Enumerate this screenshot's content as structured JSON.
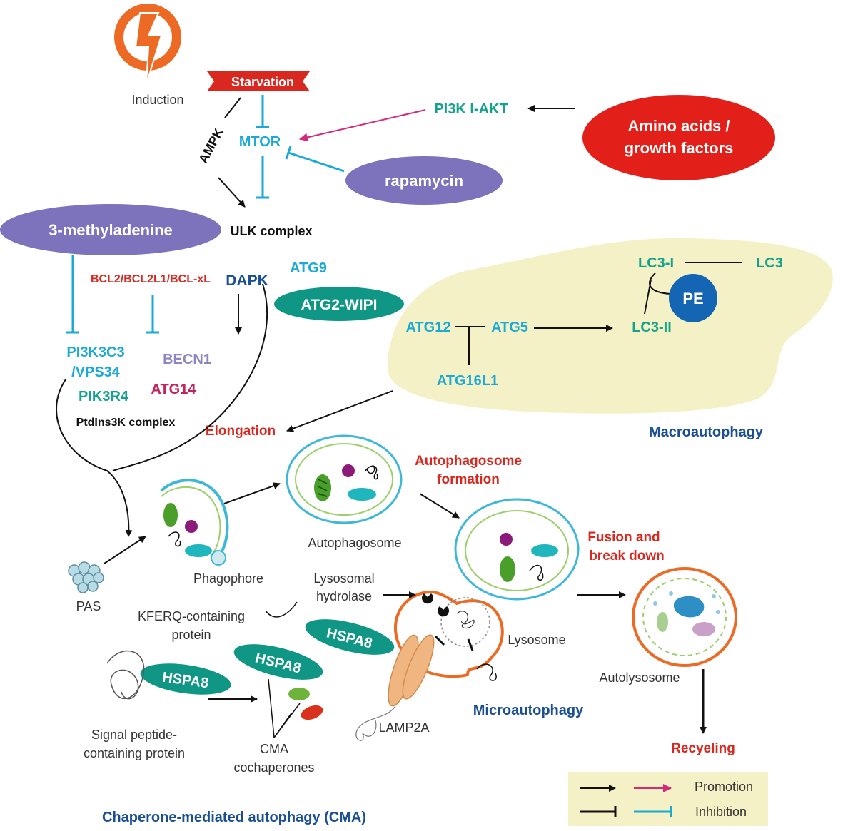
{
  "colors": {
    "cyan": "#1ba9d6",
    "teal": "#14a28c",
    "red": "#d8281f",
    "navy": "#1a4f93",
    "purple": "#8f85c0",
    "magenta": "#c0255f",
    "orange": "#ec6a23",
    "beige": "#f5f1c7",
    "ellipse_purple": "#7d72bc",
    "ellipse_teal": "#109684",
    "ellipse_red": "#e22019",
    "pe_blue": "#1565b5",
    "pink_arrow": "#d8287a"
  },
  "icons": [
    "lightning-induction-icon",
    "mitochondrion-icon",
    "protein-tangle-icon",
    "vesicle-cluster-icon",
    "hydrolase-icon"
  ],
  "top": {
    "induction": "Induction",
    "starvation": "Starvation",
    "ampk": "AMPK",
    "mtor": "MTOR",
    "pi3k_akt": "PI3K I-AKT",
    "amino_line1": "Amino acids /",
    "amino_line2": "growth factors",
    "rapamycin": "rapamycin",
    "three_ma": "3-methyladenine",
    "ulk": "ULK complex"
  },
  "mid": {
    "bcl2": "BCL2/BCL2L1/BCL-xL",
    "dapk": "DAPK",
    "atg9": "ATG9",
    "atg2_wipi": "ATG2-WIPI",
    "pi3kc3_line1": "PI3K3C3",
    "pi3kc3_line2": "/VPS34",
    "becn1": "BECN1",
    "pik3r4": "PIK3R4",
    "atg14": "ATG14",
    "ptdins": "PtdIns3K complex",
    "elongation": "Elongation"
  },
  "macro": {
    "lc3_i": "LC3-I",
    "lc3": "LC3",
    "pe": "PE",
    "lc3_ii": "LC3-II",
    "atg12": "ATG12",
    "atg5": "ATG5",
    "atg16l1": "ATG16L1",
    "title": "Macroautophagy"
  },
  "process": {
    "autophagosome_formation_1": "Autophagosome",
    "autophagosome_formation_2": "formation",
    "autophagosome": "Autophagosome",
    "fusion_1": "Fusion and",
    "fusion_2": "break down",
    "phagophore": "Phagophore",
    "pas": "PAS",
    "lysosomal_1": "Lysosomal",
    "lysosomal_2": "hydrolase",
    "lysosome": "Lysosome",
    "autolysosome": "Autolysosome",
    "recycling": "Recyeling",
    "microautophagy": "Microautophagy"
  },
  "cma": {
    "kferq_1": "KFERQ-containing",
    "kferq_2": "protein",
    "hspa8": "HSPA8",
    "signal_1": "Signal peptide-",
    "signal_2": "containing protein",
    "cochap_1": "CMA",
    "cochap_2": "cochaperones",
    "lamp2a": "LAMP2A",
    "title": "Chaperone-mediated autophagy (CMA)"
  },
  "legend": {
    "promotion": "Promotion",
    "inhibition": "Inhibition"
  }
}
